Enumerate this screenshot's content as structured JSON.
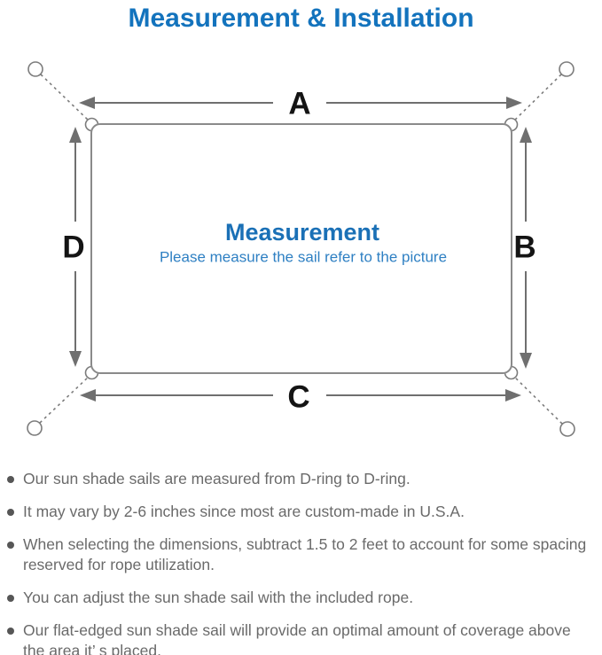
{
  "page": {
    "title": "Measurement & Installation"
  },
  "diagram": {
    "side_labels": {
      "top": "A",
      "right": "B",
      "bottom": "C",
      "left": "D"
    },
    "center": {
      "heading": "Measurement",
      "subheading": "Please measure the sail refer to the picture"
    },
    "colors": {
      "title_blue": "#1373bd",
      "heading_blue": "#1a70b6",
      "subheading_blue": "#2f80c3",
      "line_gray": "#8a8a8a",
      "arrow_gray": "#6f6f6f",
      "note_gray": "#6a6a6a"
    }
  },
  "notes": [
    "Our sun shade sails are measured from D-ring to D-ring.",
    "It may vary by 2-6 inches since most are custom-made in U.S.A.",
    "When selecting the dimensions, subtract 1.5 to 2 feet to account for some spacing reserved for rope utilization.",
    "You can adjust the sun shade sail with the included rope.",
    "Our flat-edged sun shade sail will provide an optimal amount of coverage above the area it’ s placed."
  ]
}
